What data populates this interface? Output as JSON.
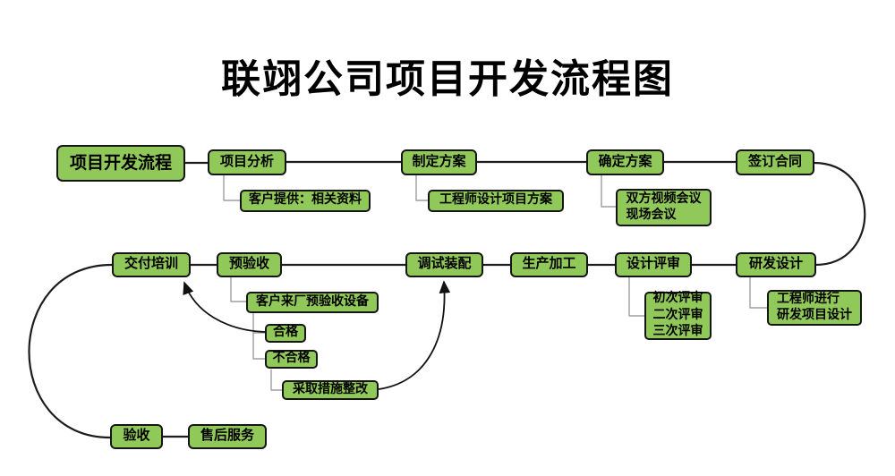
{
  "title": "联翊公司项目开发流程图",
  "theme": {
    "node_fill": "#91c85a",
    "node_border": "#151515",
    "main_line": "#1c1c1c",
    "sub_line": "#9e9e9e",
    "background": "#ffffff"
  },
  "nodes": {
    "root": {
      "label": "项目开发流程"
    },
    "analysis": {
      "label": "项目分析"
    },
    "analysis_sub": {
      "label": "客户提供：相关资料"
    },
    "plan": {
      "label": "制定方案"
    },
    "plan_sub": {
      "label": "工程师设计项目方案"
    },
    "confirm": {
      "label": "确定方案"
    },
    "confirm_sub": {
      "label": "双方视频会议\n现场会议"
    },
    "sign": {
      "label": "签订合同"
    },
    "rd": {
      "label": "研发设计"
    },
    "rd_sub": {
      "label": "工程师进行\n研发项目设计"
    },
    "review": {
      "label": "设计评审"
    },
    "review_sub": {
      "label": "初次评审\n二次评审\n三次评审"
    },
    "produce": {
      "label": "生产加工"
    },
    "debug": {
      "label": "调试装配"
    },
    "preaccept": {
      "label": "预验收"
    },
    "preaccept_sub": {
      "label": "客户来厂预验收设备"
    },
    "deliver": {
      "label": "交付培训"
    },
    "pass": {
      "label": "合格"
    },
    "fail": {
      "label": "不合格"
    },
    "rectify": {
      "label": "采取措施整改"
    },
    "accept": {
      "label": "验收"
    },
    "aftersale": {
      "label": "售后服务"
    }
  },
  "edges": [
    "项目开发流程→项目分析",
    "项目分析→制定方案",
    "制定方案→确定方案",
    "确定方案→签订合同",
    "签订合同→研发设计",
    "研发设计→设计评审",
    "设计评审→生产加工",
    "生产加工→调试装配",
    "调试装配→预验收",
    "预验收→交付培训",
    "交付培训→验收",
    "验收→售后服务",
    "项目分析→客户提供：相关资料",
    "制定方案→工程师设计项目方案",
    "确定方案→双方视频会议现场会议",
    "设计评审→初次评审二次评审三次评审",
    "研发设计→工程师进行研发项目设计",
    "预验收→客户来厂预验收设备",
    "客户来厂预验收设备→合格",
    "客户来厂预验收设备→不合格",
    "不合格→采取措施整改",
    "合格⇒交付培训(箭头)",
    "采取措施整改⇒调试装配(箭头)"
  ]
}
